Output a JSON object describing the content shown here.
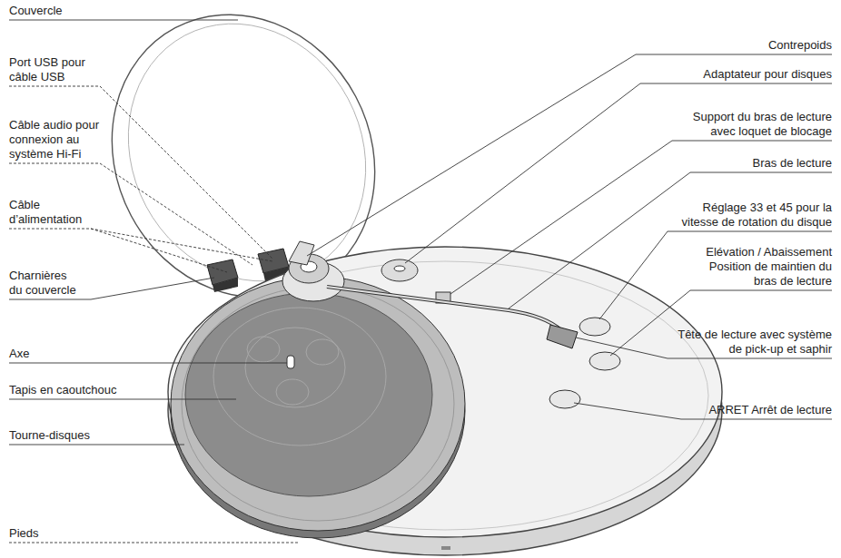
{
  "diagram": {
    "labels": [
      "Couvercle",
      "Port USB pour câble USB",
      "Câble audio pour connexion au système Hi-Fi",
      "Câble d’alimentation",
      "Charnières du couvercle",
      "Axe",
      "Tapis en caoutchouc",
      "Tourne-disques",
      "Pieds",
      "Contrepoids",
      "Adaptateur pour disques",
      "Support du bras de lecture avec loquet de blocage",
      "Bras de lecture",
      "Réglage 33 et 45 pour la vitesse de rotation du disque",
      "Elévation / Abaissement Position de maintien du bras de lecture",
      "Tête de lecture avec système de pick-up et saphir",
      "ARRET Arrêt de lecture"
    ]
  }
}
